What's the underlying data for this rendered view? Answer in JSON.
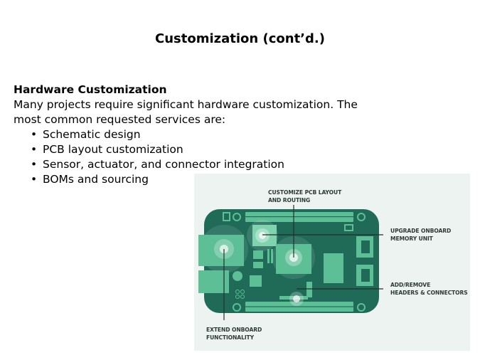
{
  "slide": {
    "title": "Customization (cont’d.)",
    "section_heading": "Hardware Customization",
    "intro_line1": "Many projects require significant hardware customization. The",
    "intro_line2": "most common requested services are:",
    "bullet_glyph": "•",
    "bullets": [
      "Schematic design",
      "PCB layout customization",
      "Sensor, actuator, and connector integration",
      "BOMs and sourcing"
    ]
  },
  "figure": {
    "labels": {
      "pcb_layout_1": "CUSTOMIZE PCB LAYOUT",
      "pcb_layout_2": "AND ROUTING",
      "memory_1": "UPGRADE ONBOARD",
      "memory_2": "MEMORY UNIT",
      "headers_1": "ADD/REMOVE",
      "headers_2": "HEADERS & CONNECTORS",
      "extend_1": "EXTEND ONBOARD",
      "extend_2": "FUNCTIONALITY"
    },
    "colors": {
      "background": "#ecf3f1",
      "board": "#1f6b58",
      "component": "#5dbf96",
      "component_light": "#7fd3ae",
      "callout_line": "#22302b"
    }
  }
}
